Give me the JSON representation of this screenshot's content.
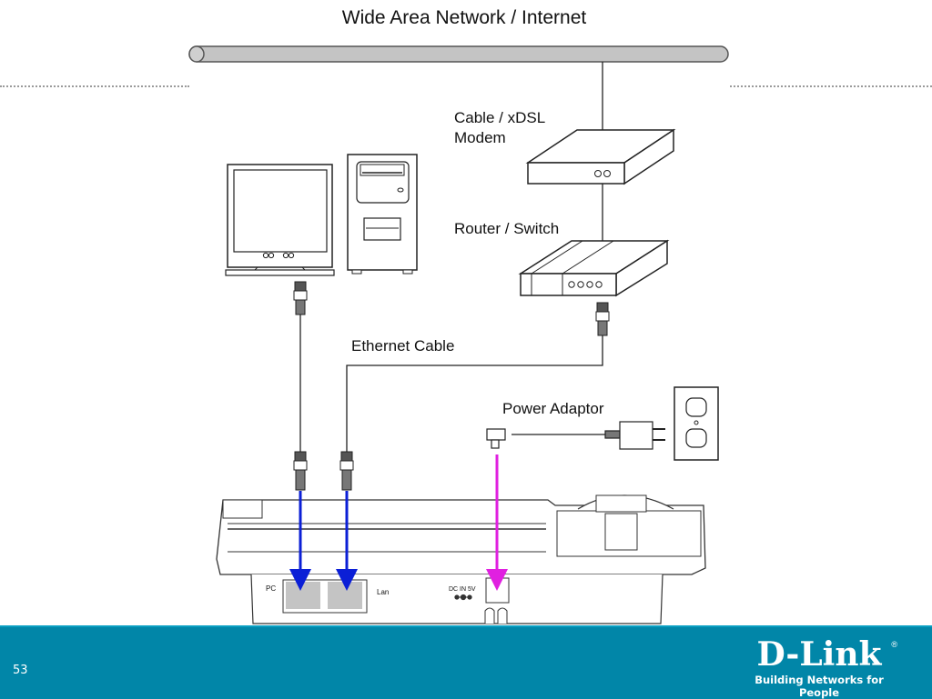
{
  "slide": {
    "number": "53",
    "brand": {
      "name": "D-Link",
      "registered_mark": "®",
      "tagline": "Building Networks for People",
      "footer_color": "#0186a8"
    }
  },
  "diagram": {
    "title": "Wide Area Network / Internet",
    "devices": {
      "modem": {
        "label_line1": "Cable / xDSL",
        "label_line2": "Modem"
      },
      "router": {
        "label": "Router / Switch"
      },
      "cable": {
        "label": "Ethernet Cable"
      },
      "power": {
        "label": "Power Adaptor"
      },
      "phone": {
        "port_pc": "PC",
        "port_lan": "Lan",
        "port_power": "DC IN 5V"
      }
    },
    "arrow_colors": {
      "ethernet": "#0b1fd6",
      "power": "#e020e0"
    },
    "icons": [
      "wan-backbone-icon",
      "modem-icon",
      "router-icon",
      "monitor-icon",
      "pc-tower-icon",
      "rj45-plug-icon",
      "power-adaptor-icon",
      "wall-outlet-icon",
      "ip-phone-icon"
    ]
  }
}
